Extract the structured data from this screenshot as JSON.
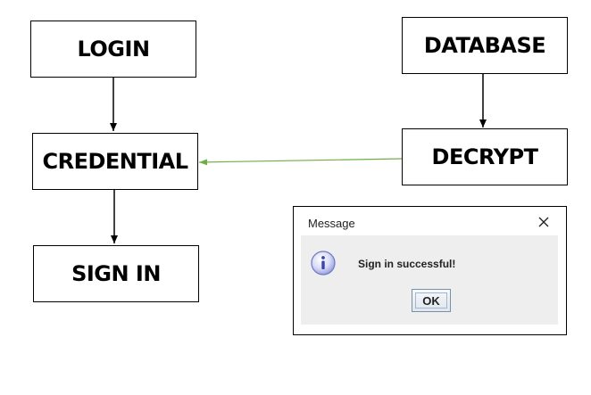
{
  "diagram": {
    "nodes": {
      "login": "LOGIN",
      "credential": "CREDENTIAL",
      "sign_in": "SIGN IN",
      "database": "DATABASE",
      "decrypt": "DECRYPT"
    },
    "edges": [
      {
        "from": "login",
        "to": "credential"
      },
      {
        "from": "credential",
        "to": "sign_in"
      },
      {
        "from": "database",
        "to": "decrypt"
      },
      {
        "from": "decrypt",
        "to": "credential"
      }
    ],
    "colors": {
      "box_border": "#000000",
      "arrow": "#000000",
      "decrypt_to_credential_arrow": "#70ad47"
    }
  },
  "dialog": {
    "title": "Message",
    "close_icon": "close-icon",
    "info_icon": "info-icon",
    "message": "Sign in successful!",
    "ok_label": "OK"
  }
}
